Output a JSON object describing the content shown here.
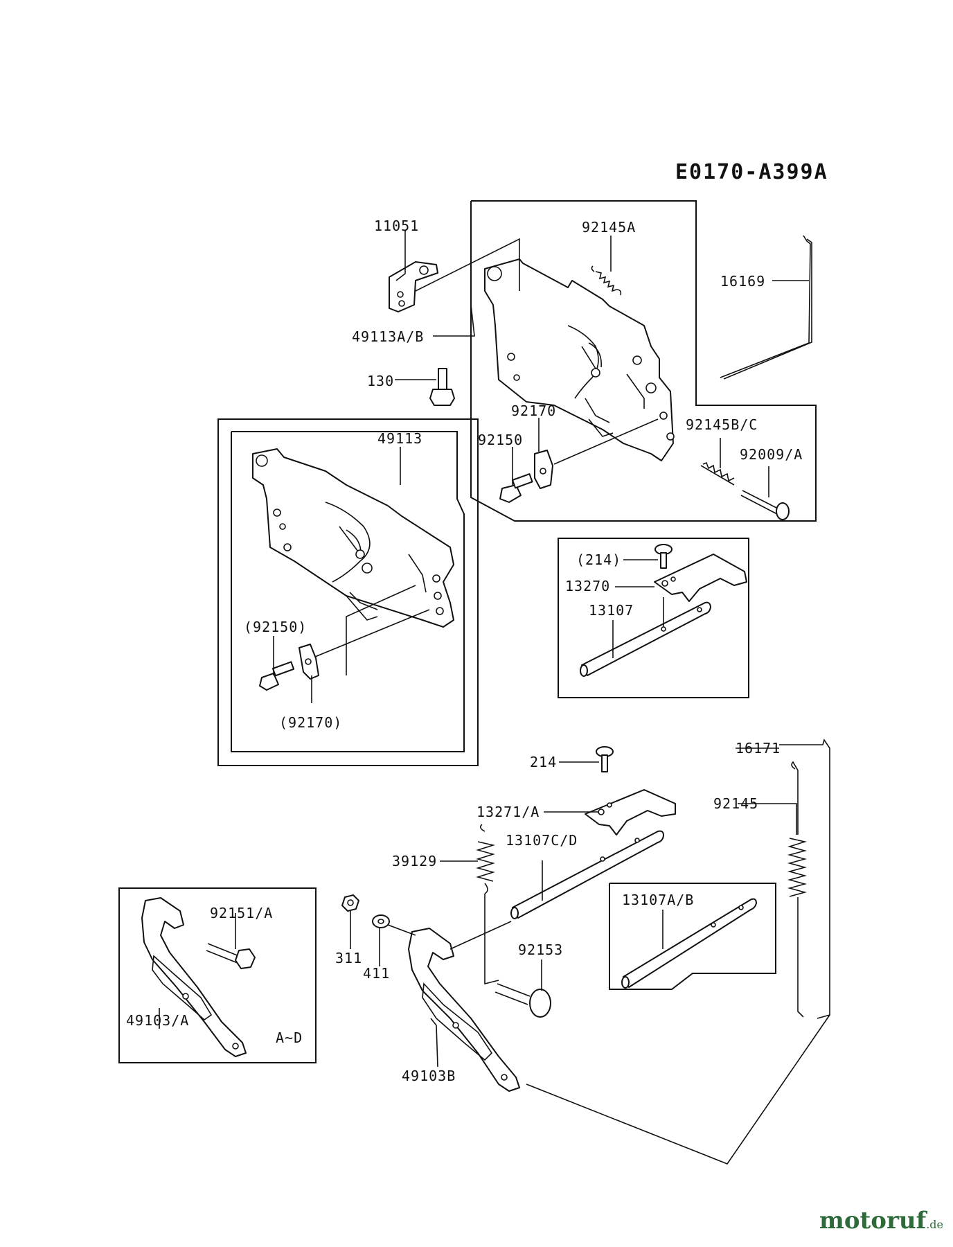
{
  "diagram": {
    "code": "E0170-A399A",
    "labels": {
      "p11051": "11051",
      "p92145A": "92145A",
      "p16169": "16169",
      "p49113AB": "49113A/B",
      "p130": "130",
      "p92170": "92170",
      "p92145BC": "92145B/C",
      "p92150": "92150",
      "p92009A": "92009/A",
      "p49113": "49113",
      "p92150b": "(92150)",
      "p92170b": "(92170)",
      "p214b": "(214)",
      "p13270": "13270",
      "p13107": "13107",
      "p16171": "16171",
      "p214": "214",
      "p92145": "92145",
      "p13271A": "13271/A",
      "p13107CD": "13107C/D",
      "p39129": "39129",
      "p13107AB": "13107A/B",
      "p92151A": "92151/A",
      "p311": "311",
      "p411": "411",
      "p92153": "92153",
      "p49103A": "49103/A",
      "pAD": "A~D",
      "p49103B": "49103B"
    }
  },
  "watermark": {
    "brand": "motoruf",
    "domain": ".de",
    "brand_color": "#2f6b3a"
  }
}
